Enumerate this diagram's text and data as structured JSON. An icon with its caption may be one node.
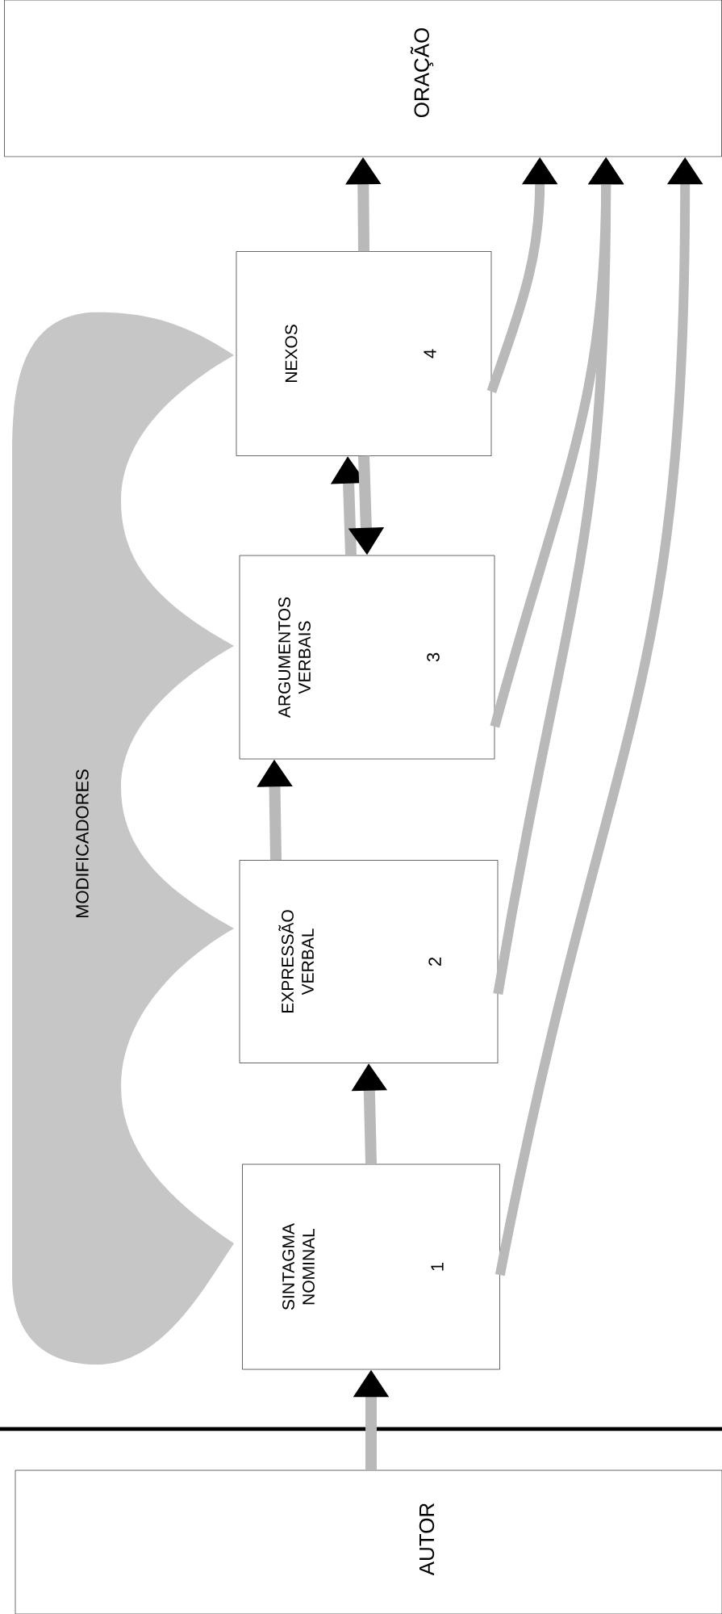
{
  "diagram": {
    "nodes": [
      {
        "text": [
          "ORAÇÃO"
        ]
      },
      {
        "text": [
          "MODIFICADORES"
        ]
      },
      {
        "text": [
          "NEXOS",
          "4"
        ]
      },
      {
        "text": [
          "ARGUMENTOS VERBAIS",
          "3"
        ]
      },
      {
        "text": [
          "EXPRESSÃO VERBAL",
          "2"
        ]
      },
      {
        "text": [
          "SINTAGMA NOMINAL",
          "1"
        ]
      },
      {
        "text": [
          "AUTOR"
        ]
      }
    ],
    "edges": [
      {
        "from": 6,
        "to": 5,
        "arrow": "to"
      },
      {
        "from": 5,
        "to": 4,
        "arrow": "to"
      },
      {
        "from": 4,
        "to": 3,
        "arrow": "to"
      },
      {
        "from": 3,
        "to": 2,
        "arrow": "to"
      },
      {
        "from": 2,
        "to": 3,
        "arrow": "to"
      },
      {
        "from": 2,
        "to": 0,
        "arrow": "to"
      },
      {
        "from": 2,
        "to": 0,
        "arrow": "to"
      },
      {
        "from": 3,
        "to": 0,
        "arrow": "to"
      },
      {
        "from": 4,
        "to": 0,
        "arrow": "to"
      },
      {
        "from": 5,
        "to": 0,
        "arrow": "to"
      }
    ]
  }
}
